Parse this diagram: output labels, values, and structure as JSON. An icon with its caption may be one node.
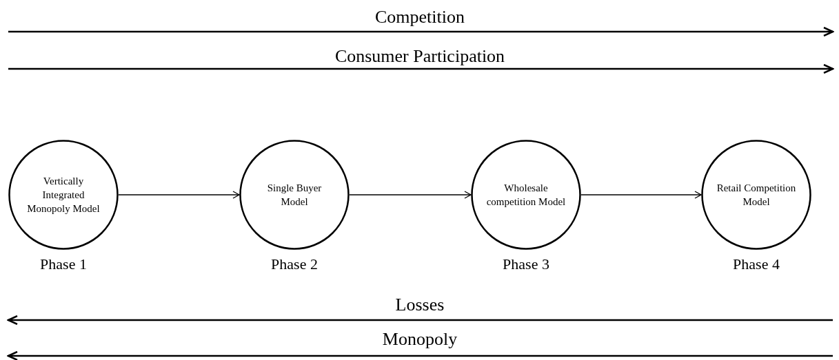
{
  "diagram": {
    "nodes": [
      {
        "text": [
          "Vertically Integrated Monopoly Model"
        ],
        "beside": [
          "Phase 1"
        ]
      },
      {
        "text": [
          "Single Buyer Model"
        ],
        "beside": [
          "Phase 2"
        ]
      },
      {
        "text": [
          "Wholesale competition Model"
        ],
        "beside": [
          "Phase 3"
        ]
      },
      {
        "text": [
          "Retail Competition Model"
        ],
        "beside": [
          "Phase 4"
        ]
      }
    ],
    "edges": [
      {
        "from": 0,
        "to": 1,
        "arrow": "to"
      },
      {
        "from": 1,
        "to": 2,
        "arrow": "to"
      },
      {
        "from": 2,
        "to": 3,
        "arrow": "to"
      }
    ],
    "labels": [
      "Competition",
      "Consumer Participation",
      "Losses",
      "Monopoly"
    ]
  }
}
